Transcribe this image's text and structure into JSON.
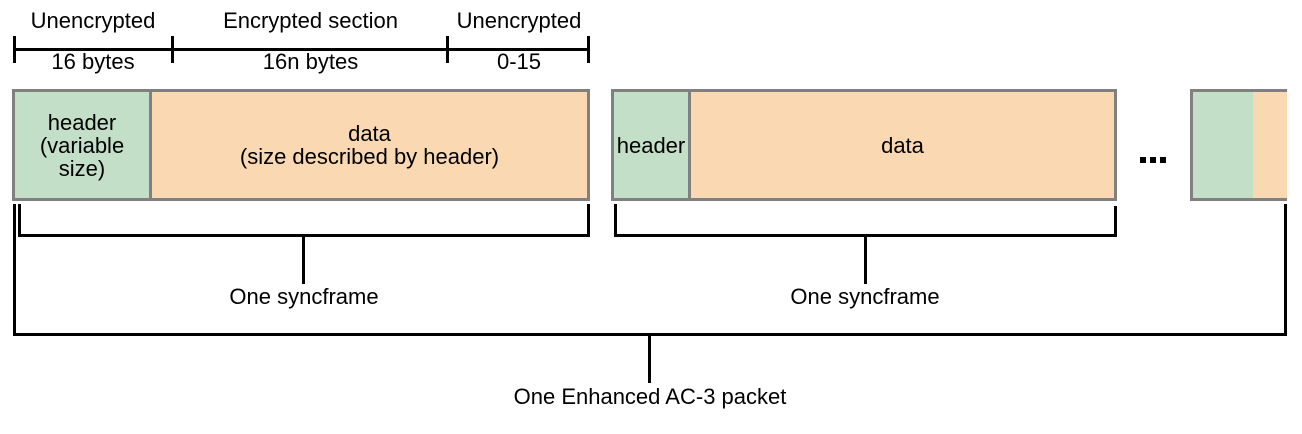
{
  "colors": {
    "header-fill": "#c4dfc8",
    "data-fill": "#fad9b2",
    "box-border": "#808080",
    "line-color": "#000000",
    "text-color": "#000000"
  },
  "ruler": {
    "sections": [
      {
        "label": "Unencrypted",
        "size": "16 bytes"
      },
      {
        "label": "Encrypted section",
        "size": "16n bytes"
      },
      {
        "label": "Unencrypted",
        "size": "0-15"
      }
    ]
  },
  "syncframes": [
    {
      "header_label": "header\n(variable\nsize)",
      "data_label": "data\n(size described by header)",
      "bracket_label": "One syncframe"
    },
    {
      "header_label": "header",
      "data_label": "data",
      "bracket_label": "One syncframe"
    }
  ],
  "ellipsis": "...",
  "packet_label": "One Enhanced AC-3 packet"
}
